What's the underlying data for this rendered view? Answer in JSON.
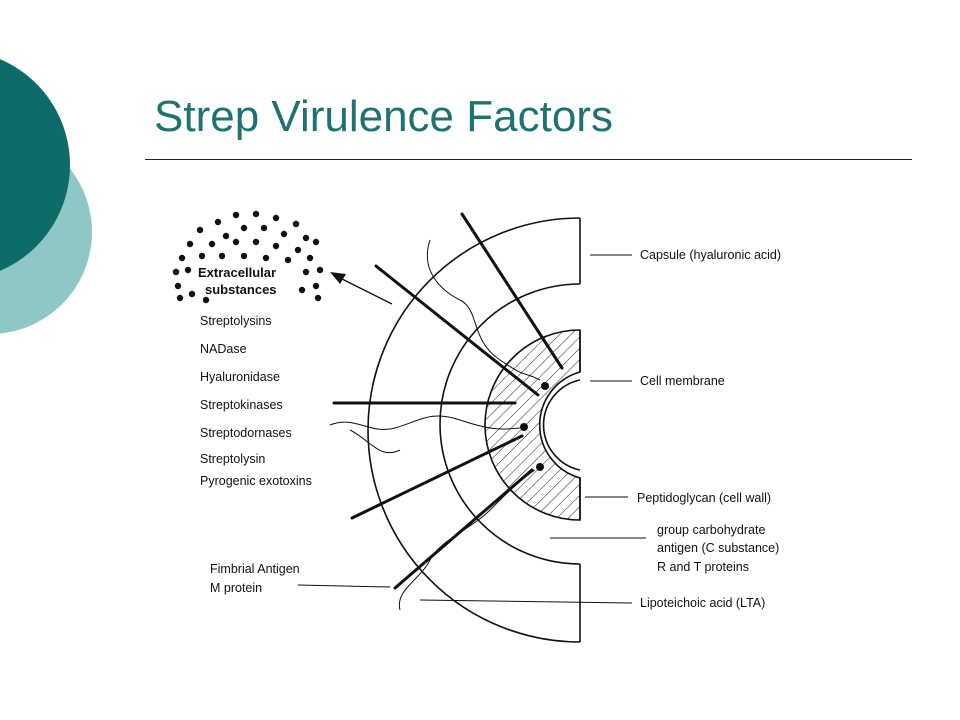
{
  "slide": {
    "title": "Strep Virulence Factors"
  },
  "theme": {
    "dark_teal": "#0d6b68",
    "light_teal": "#8fc7c7",
    "title_color": "#1e7272"
  },
  "diagram": {
    "extracellular_title": [
      "Extracellular",
      "substances"
    ],
    "extracellular_items": [
      "Streptolysins",
      "NADase",
      "Hyaluronidase",
      "Streptokinases",
      "Streptodornases",
      "Streptolysin",
      "Pyrogenic exotoxins"
    ],
    "fimbrial_labels": [
      "Fimbrial Antigen",
      "M protein"
    ],
    "right_labels": {
      "capsule": "Capsule  (hyaluronic acid)",
      "membrane": "Cell membrane",
      "peptidoglycan": "Peptidoglycan (cell wall)",
      "group_carb": [
        "group carbohydrate",
        "antigen (C substance)",
        "R and T proteins"
      ],
      "lta": "Lipoteichoic acid (LTA)"
    }
  }
}
